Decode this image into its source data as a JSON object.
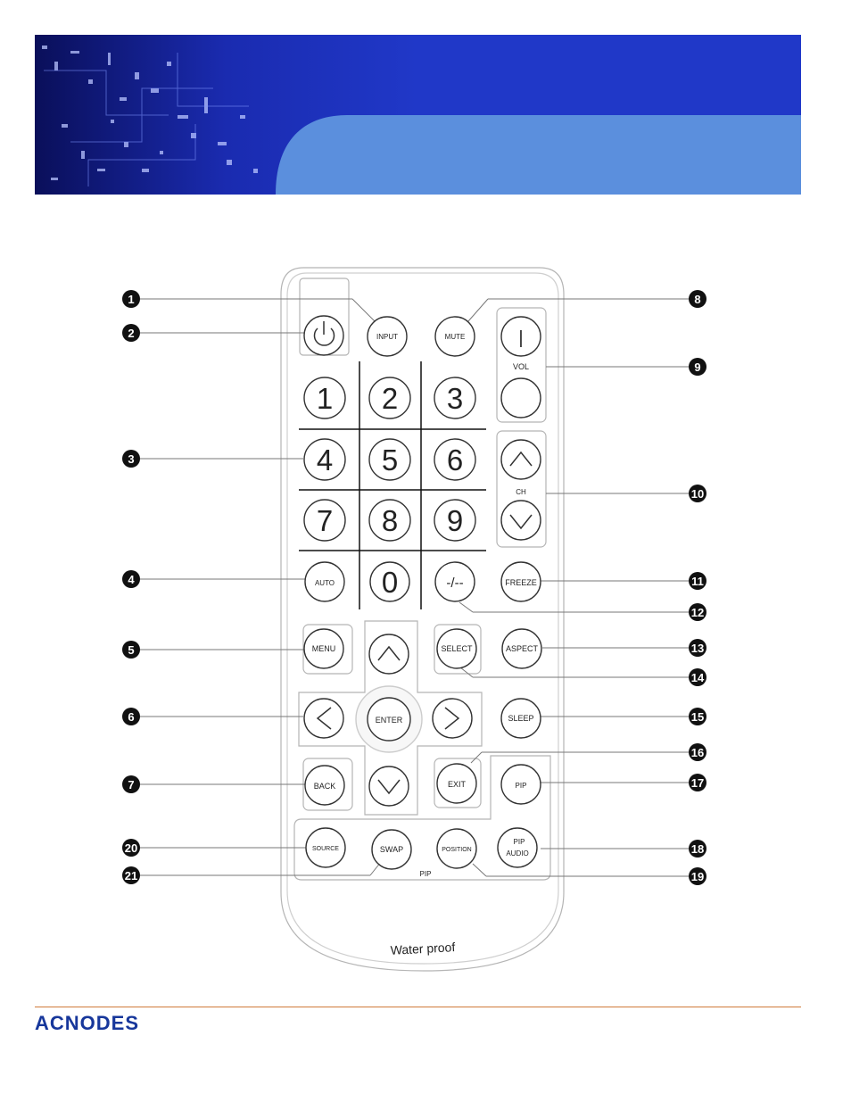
{
  "colors": {
    "header_blue": "#1f36c6",
    "header_panel": "#5b8fdd",
    "logo_blue": "#17379b",
    "rule": "#d07a3a"
  },
  "remote": {
    "power_icon": "power-icon",
    "input": "INPUT",
    "mute": "MUTE",
    "vol_label": "VOL",
    "vol_plus_glyph": "|",
    "digits": [
      "1",
      "2",
      "3",
      "4",
      "5",
      "6",
      "7",
      "8",
      "9",
      "0"
    ],
    "ch_label": "CH",
    "auto": "AUTO",
    "dash": "-/--",
    "freeze": "FREEZE",
    "menu": "MENU",
    "select": "SELECT",
    "aspect": "ASPECT",
    "enter": "ENTER",
    "sleep": "SLEEP",
    "back": "BACK",
    "exit": "EXIT",
    "pip": "PIP",
    "source": "SOURCE",
    "swap": "SWAP",
    "position": "POSITION",
    "pip_audio_1": "PIP",
    "pip_audio_2": "AUDIO",
    "pip_group": "PIP",
    "waterproof": "Water proof"
  },
  "callouts": [
    "1",
    "2",
    "3",
    "4",
    "5",
    "6",
    "7",
    "8",
    "9",
    "10",
    "11",
    "12",
    "13",
    "14",
    "15",
    "16",
    "17",
    "18",
    "19",
    "20",
    "21"
  ],
  "footer": {
    "logo": "ACNODES"
  }
}
